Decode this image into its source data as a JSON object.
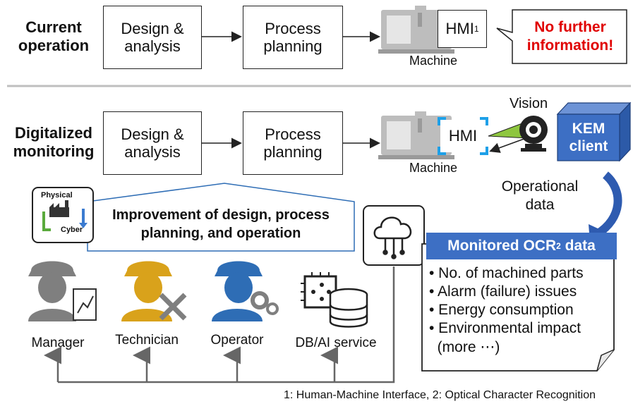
{
  "current": {
    "row_label_line1": "Current",
    "row_label_line2": "operation",
    "design_line1": "Design &",
    "design_line2": "analysis",
    "process_line1": "Process",
    "process_line2": "planning",
    "hmi_label": "HMI",
    "hmi_sup": "1",
    "machine_label": "Machine",
    "callout_line1": "No further",
    "callout_line2": "information!"
  },
  "digital": {
    "row_label_line1": "Digitalized",
    "row_label_line2": "monitoring",
    "design_line1": "Design &",
    "design_line2": "analysis",
    "process_line1": "Process",
    "process_line2": "planning",
    "hmi_label": "HMI",
    "machine_label": "Machine",
    "vision_label": "Vision",
    "kem_line1": "KEM",
    "kem_line2": "client",
    "operational_line1": "Operational",
    "operational_line2": "data"
  },
  "physical_cyber": {
    "physical_label": "Physical",
    "cyber_label": "Cyber"
  },
  "improvement": {
    "line1": "Improvement of design, process",
    "line2": "planning, and operation"
  },
  "roles": [
    {
      "label": "Manager",
      "color": "#7f7f7f"
    },
    {
      "label": "Technician",
      "color": "#d9a21b"
    },
    {
      "label": "Operator",
      "color": "#2e6db5"
    },
    {
      "label": "DB/AI service",
      "color": "#333333"
    }
  ],
  "ocr": {
    "title": "Monitored OCR",
    "title_sup": "2",
    "title_suffix": " data",
    "items": [
      "• No. of machined parts",
      "• Alarm (failure) issues",
      "• Energy consumption",
      "• Environmental impact",
      "  (more ⋯)"
    ]
  },
  "footnote": "1: Human-Machine Interface, 2: Optical Character Recognition",
  "colors": {
    "alert_red": "#e00000",
    "accent_blue": "#3d6fc4",
    "green_link": "#8ec63f",
    "hmi_frame_blue": "#1ea0e8",
    "gray": "#7f7f7f"
  }
}
